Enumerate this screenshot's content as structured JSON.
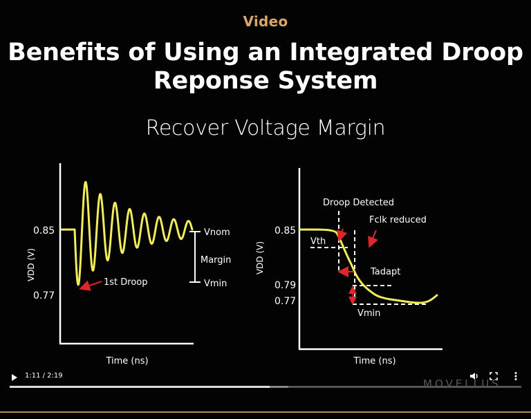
{
  "header": {
    "section_label": "Video",
    "title_line1": "Benefits of Using an Integrated Droop",
    "title_line2": "Reponse System",
    "subtitle": "Recover Voltage Margin"
  },
  "left_plot": {
    "ylabel": "VDD (V)",
    "xlabel": "Time (ns)",
    "tick_085": "0.85",
    "tick_077": "0.77",
    "annotation_droop": "1st Droop",
    "label_vnom": "Vnom",
    "label_margin": "Margin",
    "label_vmin": "Vmin"
  },
  "right_plot": {
    "ylabel": "VDD (V)",
    "xlabel": "Time (ns)",
    "tick_085": "0.85",
    "tick_079": "0.79",
    "tick_077": "0.77",
    "label_droop_detected": "Droop Detected",
    "label_fclk_reduced": "Fclk reduced",
    "label_vth": "Vth",
    "label_tadapt": "Tadapt",
    "label_vmin": "Vmin"
  },
  "player": {
    "time_display": "1:11 / 2:19",
    "progress_fraction": 0.508,
    "buffer_fraction": 0.545,
    "brand": "MOVELLUS",
    "icons": [
      "play-icon",
      "volume-icon",
      "fullscreen-icon",
      "more-options-icon"
    ]
  },
  "colors": {
    "accent": "#d7a86a",
    "trace": "#f2ee5a",
    "arrow": "#e0252b",
    "bottom_rule": "#b58b56"
  }
}
